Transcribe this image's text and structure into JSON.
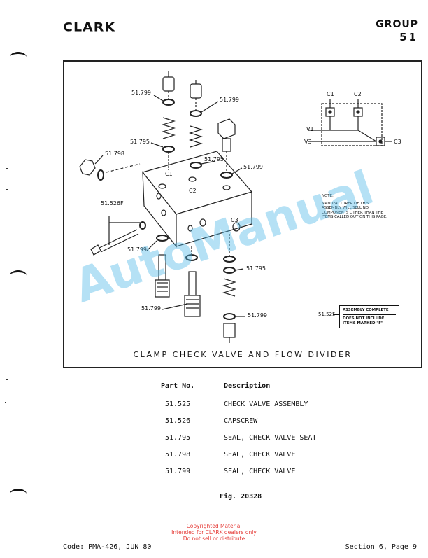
{
  "header": {
    "brand": "CLARK",
    "group_label": "GROUP",
    "group_number": "51"
  },
  "figure": {
    "title": "CLAMP  CHECK  VALVE  AND  FLOW  DIVIDER",
    "callouts": {
      "c1_top_left": "51.799",
      "c1_top_right": "51.799",
      "spring_left": "51.795",
      "center_seal": "51.795",
      "right_seal": "51.799",
      "fitting": "51.798",
      "capscrew": "51.526F",
      "lower_left_seal": "51.799",
      "c3_seal": "51.795",
      "bottom_left": "51.799",
      "bottom_right": "51.799"
    },
    "port_labels": {
      "c1": "C1",
      "c2": "C2",
      "c3": "C3"
    },
    "schematic_labels": {
      "c1": "C1",
      "c2": "C2",
      "v1": "V1",
      "v3": "V3",
      "c3": "C3"
    },
    "note": {
      "heading": "NOTE:",
      "text": "MANUFACTURER OF THIS ASSEMBLY WILL SELL NO COMPONENTS OTHER THAN THE ITEMS CALLED OUT ON THIS PAGE."
    },
    "assembly_callout": {
      "part": "51.525",
      "line1": "ASSEMBLY COMPLETE",
      "line2": "DOES NOT INCLUDE ITEMS MARKED \"F\""
    }
  },
  "parts_table": {
    "headers": {
      "part_no": "Part No.",
      "description": "Description"
    },
    "rows": [
      {
        "part_no": "51.525",
        "description": "CHECK VALVE ASSEMBLY"
      },
      {
        "part_no": "51.526",
        "description": "CAPSCREW"
      },
      {
        "part_no": "51.795",
        "description": "SEAL, CHECK VALVE SEAT"
      },
      {
        "part_no": "51.798",
        "description": "SEAL, CHECK VALVE"
      },
      {
        "part_no": "51.799",
        "description": "SEAL, CHECK VALVE"
      }
    ]
  },
  "figure_number": "Fig. 20328",
  "watermark": "AutoManual",
  "copyright": {
    "line1": "Copyrighted Material",
    "line2": "Intended for CLARK dealers only",
    "line3": "Do not sell or distribute",
    "color": "#e53935"
  },
  "footer": {
    "code": "Code: PMA-426, JUN 80",
    "section": "Section 6, Page 9"
  }
}
